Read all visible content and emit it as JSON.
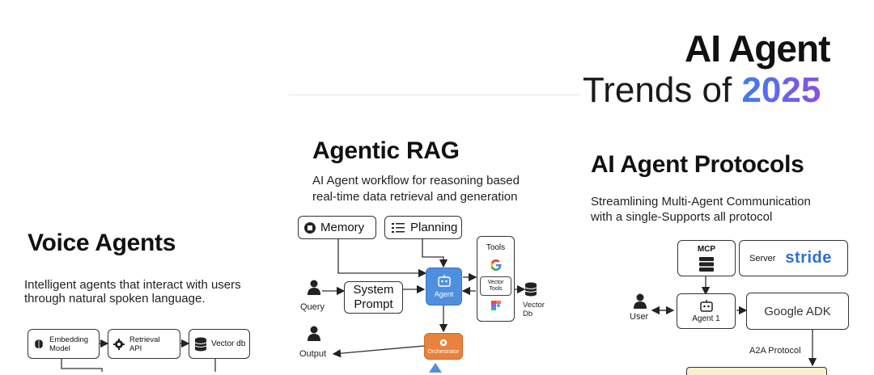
{
  "header": {
    "title_line1": "AI Agent",
    "title_line2_prefix": "Trends of ",
    "title_line2_year": "2025"
  },
  "voice": {
    "title": "Voice Agents",
    "desc_line1": "Intelligent agents that interact with users",
    "desc_line2": "through natural spoken language.",
    "box1_line1": "Embedding",
    "box1_line2": "Model",
    "box2_line1": "Retrieval",
    "box2_line2": "API",
    "box3": "Vector db"
  },
  "rag": {
    "title": "Agentic RAG",
    "desc_line1": "AI Agent workflow for reasoning based",
    "desc_line2": "real-time data retrieval and generation",
    "memory": "Memory",
    "planning": "Planning",
    "system_prompt_line1": "System",
    "system_prompt_line2": "Prompt",
    "query": "Query",
    "output": "Output",
    "agent": "Agent",
    "tools": "Tools",
    "vector_box_line1": "Vector",
    "vector_box_line2": "Tools",
    "vector_db_line1": "Vector",
    "vector_db_line2": "Db",
    "orchestrator": "Orchestrator"
  },
  "protocols": {
    "title": "AI Agent Protocols",
    "desc_line1": "Streamlining Multi-Agent Communication",
    "desc_line2": "with a single-Supports all protocol",
    "mcp": "MCP",
    "server": "Server",
    "stride": "stride",
    "user": "User",
    "agent1": "Agent 1",
    "google_adk": "Google ADK",
    "a2a": "A2A Protocol"
  },
  "colors": {
    "agent_blue": "#4f8fe0",
    "orchestrator_orange": "#e8823c",
    "stride_blue": "#2b6fd6",
    "year_gradient_start": "#3d7ef0",
    "year_gradient_end": "#8a4fe0",
    "a2a_box_fill": "#f3f2cc"
  },
  "icons": [
    "brain-icon",
    "settings-icon",
    "database-icon",
    "memory-chip-icon",
    "checklist-icon",
    "user-icon",
    "robot-icon",
    "google-icon",
    "figma-icon",
    "arrow-up-icon",
    "server-stack-icon"
  ]
}
